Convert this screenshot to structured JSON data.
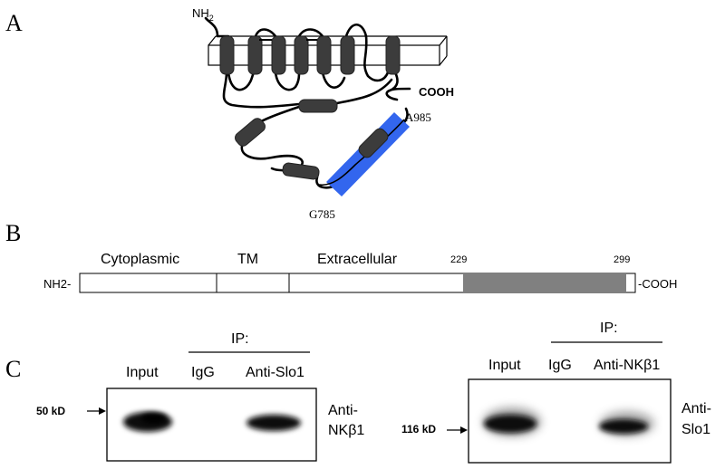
{
  "panel_a": {
    "label": "A",
    "nh2": "NH",
    "nh2_sub": "2",
    "cooh": "COOH",
    "a985": "A985",
    "g785": "G785",
    "highlight_color": "#3366ee"
  },
  "panel_b": {
    "label": "B",
    "n_term": "NH2-",
    "c_term": "-COOH",
    "regions": [
      "Cytoplasmic",
      "TM",
      "Extracellular"
    ],
    "pos_start": "229",
    "pos_end": "299",
    "highlight_color": "#808080"
  },
  "panel_c": {
    "label": "C",
    "left": {
      "ip_label": "IP:",
      "lanes": [
        "Input",
        "IgG",
        "Anti-Slo1"
      ],
      "marker": "50 kD",
      "antibody_line1": "Anti-",
      "antibody_line2": "NKβ1"
    },
    "right": {
      "ip_label": "IP:",
      "lanes": [
        "Input",
        "IgG",
        "Anti-NKβ1"
      ],
      "marker": "116 kD",
      "antibody_line1": "Anti-",
      "antibody_line2": "Slo1"
    }
  }
}
